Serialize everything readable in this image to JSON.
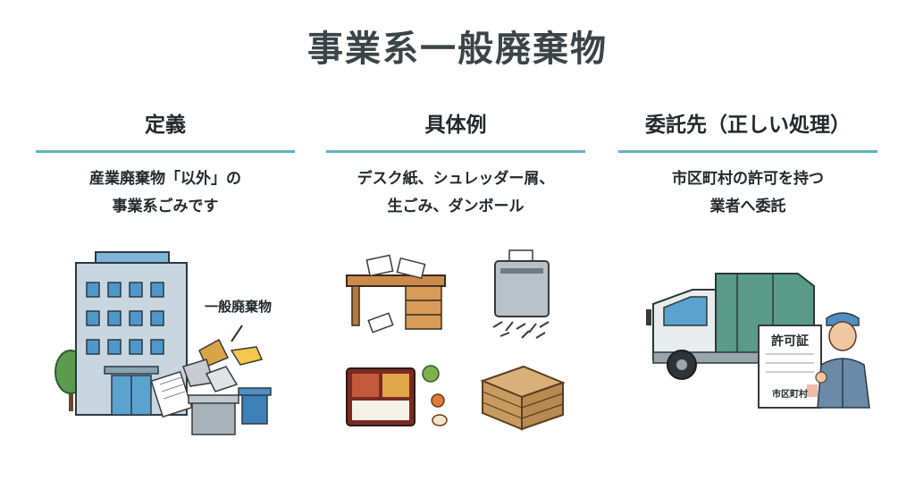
{
  "title": "事業系一般廃棄物",
  "columns": [
    {
      "heading": "定義",
      "lines": [
        "産業廃棄物「以外」の",
        "事業系ごみです"
      ]
    },
    {
      "heading": "具体例",
      "lines": [
        "デスク紙、シュレッダー屑、",
        "生ごみ、ダンボール"
      ]
    },
    {
      "heading": "委託先（正しい処理）",
      "lines": [
        "市区町村の許可を持つ",
        "業者へ委託"
      ]
    }
  ],
  "illustrations": {
    "waste_label": "一般廃棄物",
    "permit_title": "許可証",
    "permit_issuer": "市区町村"
  },
  "colors": {
    "accent_rule": "#5fb3bf",
    "building": "#b9c9d4",
    "truck_body": "#5a9a88"
  }
}
